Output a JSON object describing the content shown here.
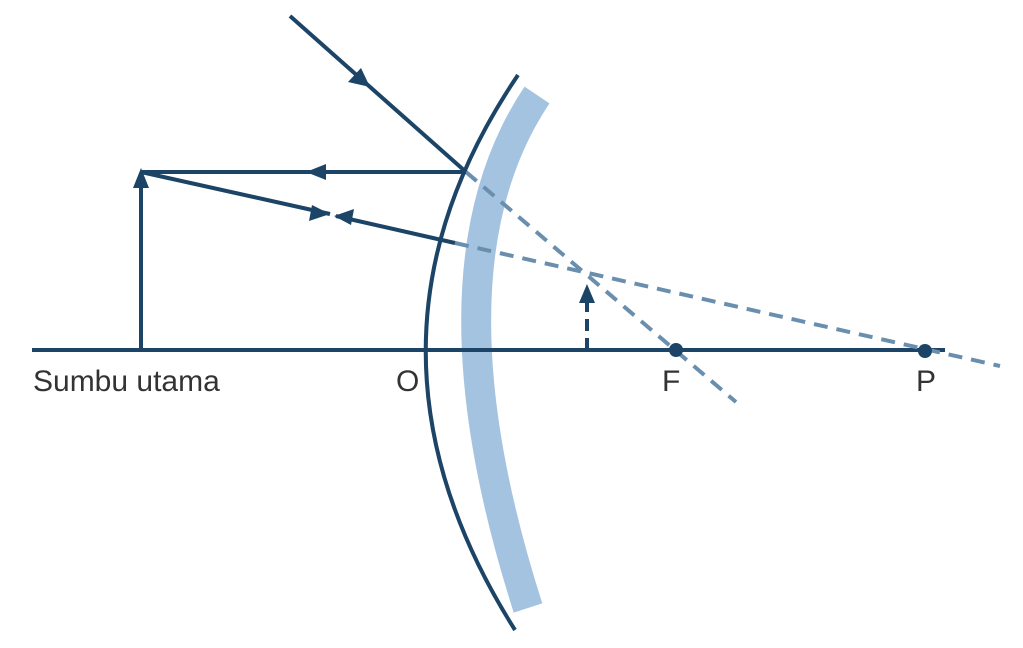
{
  "labels": {
    "axis": "Sumbu utama",
    "pole": "O",
    "focus": "F",
    "curvature_center": "P"
  },
  "colors": {
    "ray": "#1c4466",
    "virtual": "#6a8fae",
    "mirror_back": "#a4c3e1",
    "text": "#333333"
  }
}
